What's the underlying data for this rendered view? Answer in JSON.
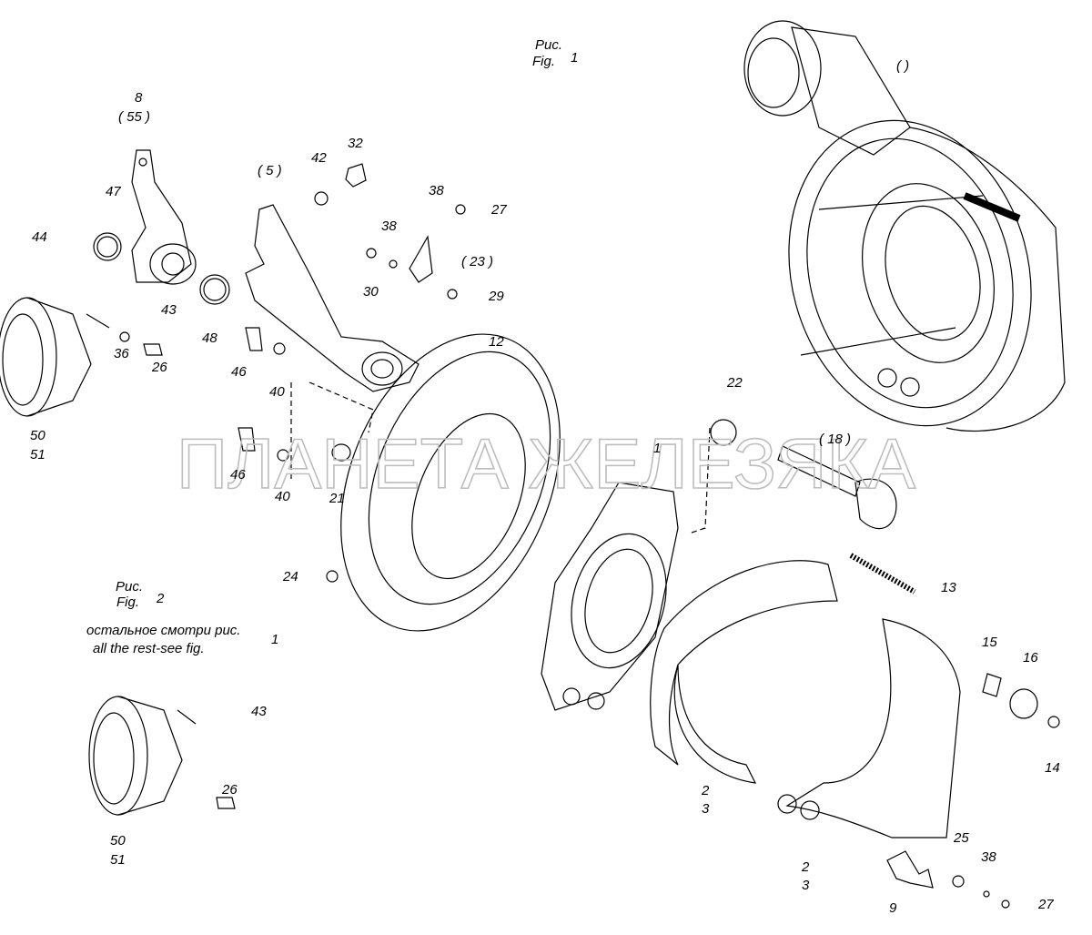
{
  "figure1": {
    "ris": "Рис.",
    "fig": "Fig.",
    "num": "1"
  },
  "figure2": {
    "ris": "Рис.",
    "fig": "Fig.",
    "num": "2",
    "note_ru": "остальное смотри рис.",
    "note_en": "all the rest-see fig.",
    "note_num": "1"
  },
  "watermark": "ПЛАНЕТА ЖЕЛЕЗЯКА",
  "callouts": {
    "c_empty": "( )",
    "c8": "8",
    "c55": "( 55 )",
    "c47": "47",
    "c44": "44",
    "c43a": "43",
    "c48": "48",
    "c36": "36",
    "c26a": "26",
    "c50a": "50",
    "c51a": "51",
    "c5": "( 5 )",
    "c42": "42",
    "c32": "32",
    "c38a": "38",
    "c27a": "27",
    "c38b": "38",
    "c23": "( 23 )",
    "c30": "30",
    "c29": "29",
    "c46a": "46",
    "c40a": "40",
    "c12": "12",
    "c22": "22",
    "c18": "( 18 )",
    "c1": "1",
    "c46b": "46",
    "c40b": "40",
    "c21": "21",
    "c24": "24",
    "c13": "13",
    "c43b": "43",
    "c26b": "26",
    "c50b": "50",
    "c51b": "51",
    "c15": "15",
    "c16": "16",
    "c14": "14",
    "c2a": "2",
    "c3a": "3",
    "c2b": "2",
    "c3b": "3",
    "c25": "25",
    "c38c": "38",
    "c9": "9",
    "c27b": "27"
  }
}
